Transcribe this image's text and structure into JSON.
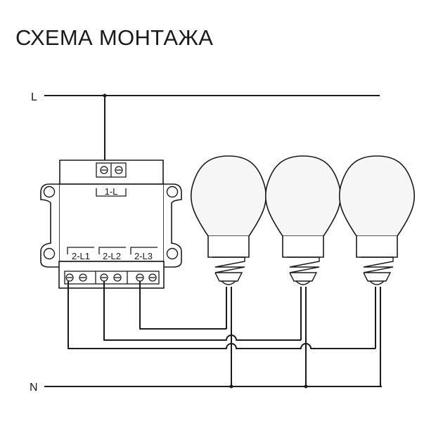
{
  "title": "СХЕМА МОНТАЖА",
  "lines": {
    "phase_label": "L",
    "neutral_label": "N"
  },
  "module": {
    "input_terminal_label": "1-L",
    "output_terminal_labels": [
      "2-L1",
      "2-L2",
      "2-L3"
    ]
  },
  "bulbs": [
    "lamp-1",
    "lamp-2",
    "lamp-3"
  ],
  "colors": {
    "line": "#1a1a1a",
    "bulb_fill": "#f6f6f6",
    "background": "#ffffff"
  }
}
